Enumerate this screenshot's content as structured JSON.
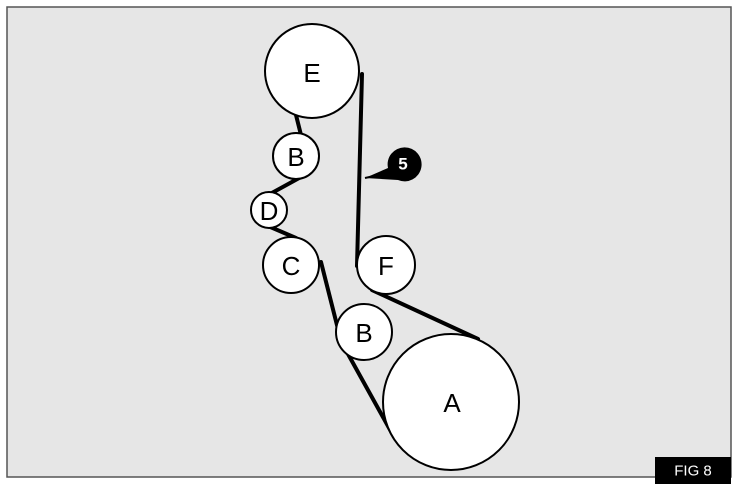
{
  "diagram": {
    "pulleys": [
      {
        "id": "E",
        "label": "E"
      },
      {
        "id": "B1",
        "label": "B"
      },
      {
        "id": "D",
        "label": "D"
      },
      {
        "id": "C",
        "label": "C"
      },
      {
        "id": "F",
        "label": "F"
      },
      {
        "id": "B2",
        "label": "B"
      },
      {
        "id": "A",
        "label": "A"
      }
    ],
    "callout": {
      "label": "5"
    },
    "figure_label": "FIG 8",
    "colors": {
      "background": "#e6e6e6",
      "border": "#555555",
      "stroke": "#000000",
      "pulley_fill": "#ffffff",
      "callout_fill": "#000000",
      "figure_label_fill": "#000000"
    }
  }
}
